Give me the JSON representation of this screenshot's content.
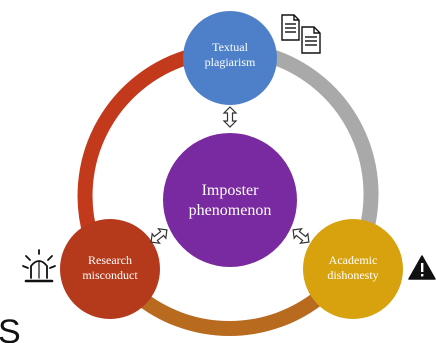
{
  "nodes": {
    "top": {
      "lines": [
        "Textual",
        "plagiarism"
      ],
      "color": "#4e80c9"
    },
    "center": {
      "lines": [
        "Imposter",
        "phenomenon"
      ],
      "color": "#7a2aa0"
    },
    "left": {
      "lines": [
        "Research",
        "misconduct"
      ],
      "color": "#b53a1b"
    },
    "right": {
      "lines": [
        "Academic",
        "dishonesty"
      ],
      "color": "#d8a20e"
    }
  },
  "ring": {
    "left_arc_color": "#c3391c",
    "right_arc_color": "#a9a9a9",
    "bottom_arc_color": "#b86a1e"
  },
  "icons": {
    "documents": "documents-icon",
    "alarm": "alarm-light-icon",
    "warning": "warning-icon",
    "arrows": "double-arrow-icon"
  },
  "stray_glyph": "S"
}
